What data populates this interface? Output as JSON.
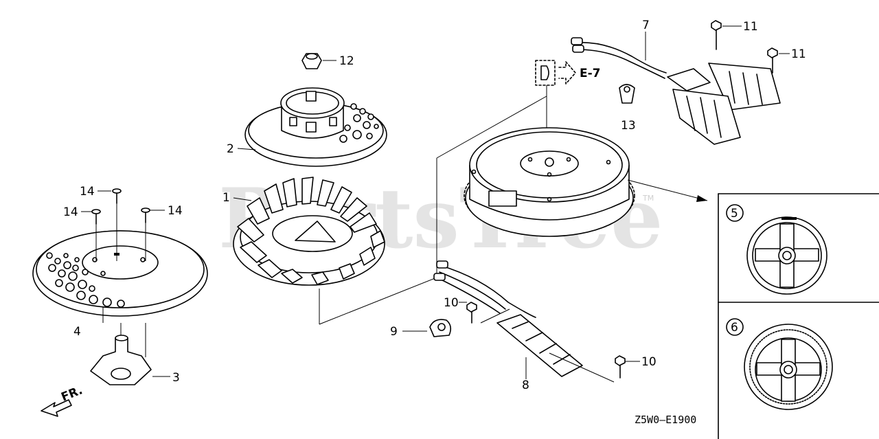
{
  "watermark": {
    "text": "PartsTree",
    "tm": "TM"
  },
  "callouts": [
    {
      "id": "c1",
      "text": "1"
    },
    {
      "id": "c2",
      "text": "2"
    },
    {
      "id": "c3",
      "text": "3"
    },
    {
      "id": "c4",
      "text": "4"
    },
    {
      "id": "c5",
      "text": "5"
    },
    {
      "id": "c6",
      "text": "6"
    },
    {
      "id": "c7",
      "text": "7"
    },
    {
      "id": "c8",
      "text": "8"
    },
    {
      "id": "c9",
      "text": "9"
    },
    {
      "id": "c10a",
      "text": "10"
    },
    {
      "id": "c10b",
      "text": "10"
    },
    {
      "id": "c11a",
      "text": "11"
    },
    {
      "id": "c11b",
      "text": "11"
    },
    {
      "id": "c12",
      "text": "12"
    },
    {
      "id": "c13",
      "text": "13"
    },
    {
      "id": "c14a",
      "text": "14"
    },
    {
      "id": "c14b",
      "text": "14"
    },
    {
      "id": "c14c",
      "text": "14"
    }
  ],
  "reference": {
    "label": "E-7"
  },
  "front_indicator": {
    "label": "FR."
  },
  "diagram_code": "Z5W0—E1900",
  "colors": {
    "ink": "#000000",
    "watermark": "#cfcfcf",
    "background": "#ffffff"
  }
}
